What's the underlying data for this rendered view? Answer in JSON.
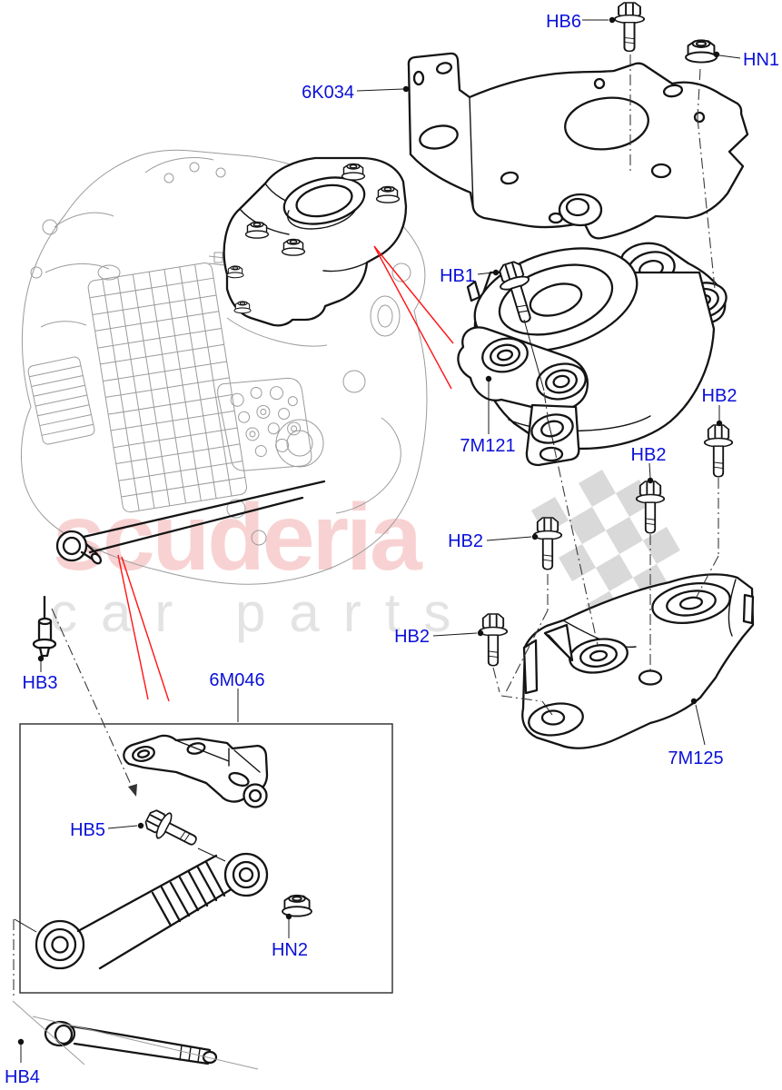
{
  "watermark": {
    "brand": "scuderia",
    "tagline": "car parts"
  },
  "labels": {
    "hb6": "HB6",
    "hn1": "HN1",
    "bracket_top": "6K034",
    "hb1": "HB1",
    "mount": "7M121",
    "hb2": "HB2",
    "lower_bracket": "7M125",
    "hb3": "HB3",
    "damper_kit": "6M046",
    "hb5": "HB5",
    "hn2": "HN2",
    "hb4": "HB4"
  },
  "colors": {
    "label_blue": "#0a10d8",
    "leader_red": "#ff1414",
    "line_bold": "#141414",
    "line_thin": "#9b9b9b",
    "watermark_pink": "#f8d2d2",
    "watermark_gray": "#e3e3e3",
    "flag_gray": "#d9d9d9"
  }
}
